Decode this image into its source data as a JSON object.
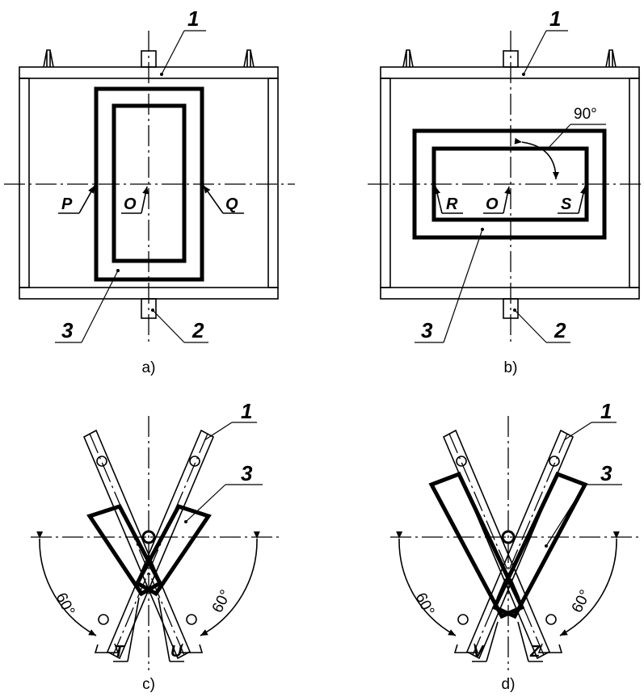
{
  "panels": {
    "a": {
      "caption": "a)",
      "callouts": [
        "1",
        "2",
        "3"
      ],
      "points": [
        "P",
        "O",
        "Q"
      ]
    },
    "b": {
      "caption": "b)",
      "callouts": [
        "1",
        "2",
        "3"
      ],
      "points": [
        "R",
        "O",
        "S"
      ],
      "rotation": "90°"
    },
    "c": {
      "caption": "c)",
      "callouts": [
        "1",
        "3"
      ],
      "points": [
        "T",
        "U"
      ],
      "angle_left": "60°",
      "angle_right": "60°"
    },
    "d": {
      "caption": "d)",
      "callouts": [
        "1",
        "3"
      ],
      "points": [
        "V",
        "Z"
      ],
      "angle_left": "60°",
      "angle_right": "60°"
    }
  }
}
